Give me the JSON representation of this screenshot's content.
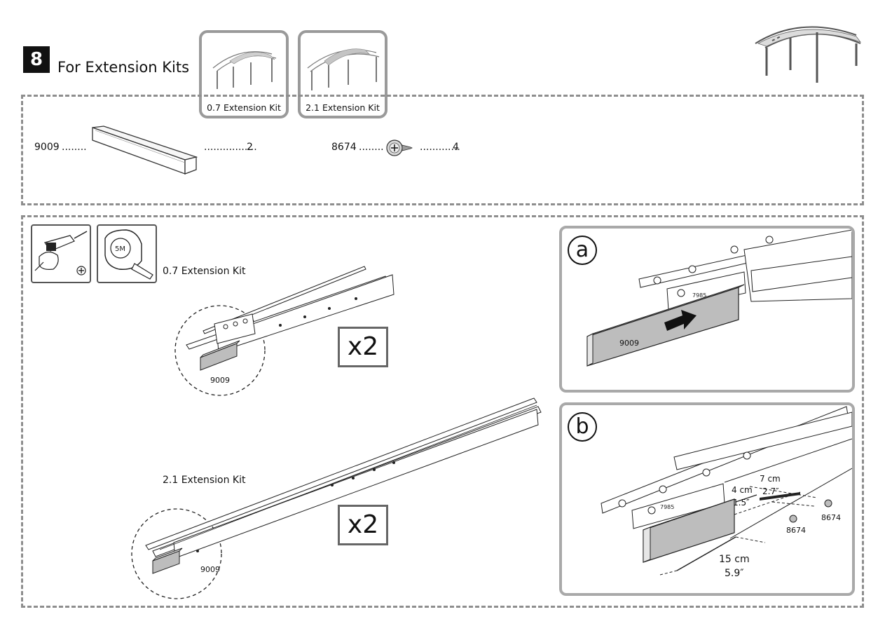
{
  "step": {
    "number": "8",
    "title": "For Extension Kits"
  },
  "kits": [
    {
      "label": "0.7 Extension Kit"
    },
    {
      "label": "2.1 Extension Kit"
    }
  ],
  "parts": [
    {
      "code": "9009",
      "leader": "........",
      "qty_leader": ".................",
      "qty": "2",
      "icon": "rectangular-tube-icon"
    },
    {
      "code": "8674",
      "leader": "........",
      "qty_leader": ".............",
      "qty": "4",
      "icon": "screw-icon"
    }
  ],
  "tools": [
    {
      "icon": "drill-icon",
      "bit": "phillips-bit-icon"
    },
    {
      "icon": "tape-measure-icon",
      "text": "5M"
    }
  ],
  "assembly": {
    "kit_07_label": "0.7 Extension Kit",
    "kit_21_label": "2.1 Extension Kit",
    "kit_07_part": "9009",
    "kit_21_part": "9009",
    "multiplier_07": "x2",
    "multiplier_21": "x2"
  },
  "panel_a": {
    "letter": "a",
    "part": "9009",
    "stamp": "7985"
  },
  "panel_b": {
    "letter": "b",
    "stamp": "7985",
    "screw_1": "8674",
    "screw_2": "8674",
    "dim_4cm": "4 cm",
    "dim_15in": "1.5″",
    "dim_7cm": "7 cm",
    "dim_27in": "2.7″",
    "dim_15cm": "15 cm",
    "dim_59in": "5.9″"
  },
  "colors": {
    "frame_gray": "#9a9a9a",
    "dash_gray": "#8e8e8e",
    "tube_fill": "#bdbdbd"
  }
}
